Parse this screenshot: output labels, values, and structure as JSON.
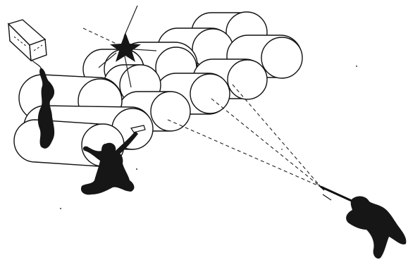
{
  "colors": {
    "ink": "#161616",
    "background": "#ffffff"
  },
  "illustration": {
    "subject": "cylinder-stack",
    "figures": [
      "hanging-figure",
      "crouching-figure",
      "pointing-figure"
    ],
    "objects": [
      "tilted-box",
      "star-burst",
      "spotlight-rays"
    ]
  }
}
